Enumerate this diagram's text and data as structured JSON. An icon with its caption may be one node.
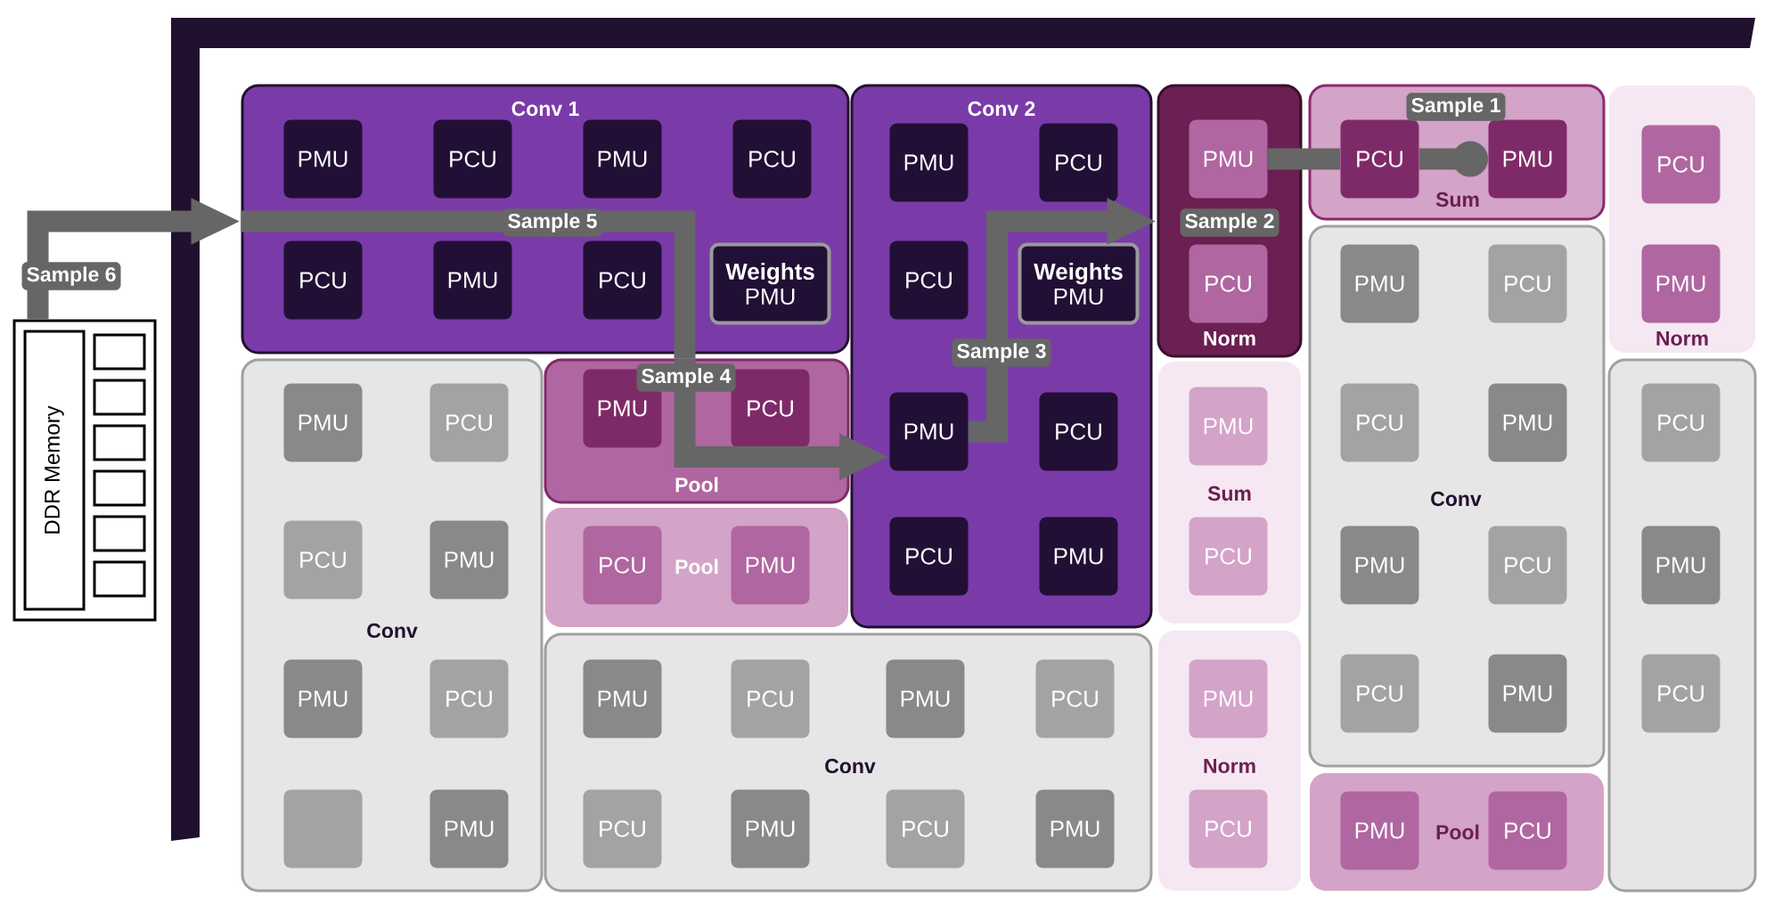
{
  "diagram": {
    "nodes": [
      {
        "text": [
          "DDR Memory"
        ]
      },
      {
        "text": [
          "Conv 1"
        ]
      },
      {
        "text": [
          "PMU"
        ],
        "in": 1
      },
      {
        "text": [
          "PCU"
        ],
        "in": 1
      },
      {
        "text": [
          "PMU"
        ],
        "in": 1
      },
      {
        "text": [
          "PCU"
        ],
        "in": 1
      },
      {
        "text": [
          "PCU"
        ],
        "in": 1
      },
      {
        "text": [
          "PMU"
        ],
        "in": 1
      },
      {
        "text": [
          "PCU"
        ],
        "in": 1
      },
      {
        "text": [
          "**Weights** PMU"
        ],
        "in": 1
      },
      {
        "text": [
          "Conv 2"
        ]
      },
      {
        "text": [
          "PMU"
        ],
        "in": 10
      },
      {
        "text": [
          "PCU"
        ],
        "in": 10
      },
      {
        "text": [
          "PCU"
        ],
        "in": 10
      },
      {
        "text": [
          "**Weights** PMU"
        ],
        "in": 10
      },
      {
        "text": [
          "PMU"
        ],
        "in": 10
      },
      {
        "text": [
          "PCU"
        ],
        "in": 10
      },
      {
        "text": [
          "PCU"
        ],
        "in": 10
      },
      {
        "text": [
          "PMU"
        ],
        "in": 10
      },
      {
        "text": [
          "Norm"
        ]
      },
      {
        "text": [
          "PMU"
        ],
        "in": 19
      },
      {
        "text": [
          "PCU"
        ],
        "in": 19
      },
      {
        "text": [
          "Sum"
        ]
      },
      {
        "text": [
          "PCU"
        ],
        "in": 22
      },
      {
        "text": [
          "PMU"
        ],
        "in": 22
      },
      {
        "text": [
          "Norm"
        ]
      },
      {
        "text": [
          "PCU"
        ],
        "in": 25
      },
      {
        "text": [
          "PMU"
        ],
        "in": 25
      },
      {
        "text": [
          "Conv"
        ]
      },
      {
        "text": [
          "PMU"
        ],
        "in": 28
      },
      {
        "text": [
          "PCU"
        ],
        "in": 28
      },
      {
        "text": [
          "PCU"
        ],
        "in": 28
      },
      {
        "text": [
          "PMU"
        ],
        "in": 28
      },
      {
        "text": [
          "PMU"
        ],
        "in": 28
      },
      {
        "text": [
          "PCU"
        ],
        "in": 28
      },
      {
        "text": [],
        "shape": "box",
        "in": 28
      },
      {
        "text": [
          "PMU"
        ],
        "in": 28
      },
      {
        "text": [
          "Pool"
        ]
      },
      {
        "text": [
          "PMU"
        ],
        "in": 37
      },
      {
        "text": [
          "PCU"
        ],
        "in": 37
      },
      {
        "text": [
          "Pool"
        ]
      },
      {
        "text": [
          "PCU"
        ],
        "in": 40
      },
      {
        "text": [
          "PMU"
        ],
        "in": 40
      },
      {
        "text": [
          "Conv"
        ]
      },
      {
        "text": [
          "PMU"
        ],
        "in": 43
      },
      {
        "text": [
          "PCU"
        ],
        "in": 43
      },
      {
        "text": [
          "PMU"
        ],
        "in": 43
      },
      {
        "text": [
          "PCU"
        ],
        "in": 43
      },
      {
        "text": [
          "PCU"
        ],
        "in": 43
      },
      {
        "text": [
          "PMU"
        ],
        "in": 43
      },
      {
        "text": [
          "PCU"
        ],
        "in": 43
      },
      {
        "text": [
          "PMU"
        ],
        "in": 43
      },
      {
        "text": [
          "Sum"
        ]
      },
      {
        "text": [
          "PMU"
        ],
        "in": 52
      },
      {
        "text": [
          "PCU"
        ],
        "in": 52
      },
      {
        "text": [
          "Norm"
        ]
      },
      {
        "text": [
          "PMU"
        ],
        "in": 55
      },
      {
        "text": [
          "PCU"
        ],
        "in": 55
      },
      {
        "text": [
          "Conv"
        ]
      },
      {
        "text": [
          "PMU"
        ],
        "in": 58
      },
      {
        "text": [
          "PCU"
        ],
        "in": 58
      },
      {
        "text": [
          "PCU"
        ],
        "in": 58
      },
      {
        "text": [
          "PMU"
        ],
        "in": 58
      },
      {
        "text": [
          "PMU"
        ],
        "in": 58
      },
      {
        "text": [
          "PCU"
        ],
        "in": 58
      },
      {
        "text": [
          "PCU"
        ],
        "in": 58
      },
      {
        "text": [
          "PMU"
        ],
        "in": 58
      },
      {
        "text": [
          "Pool"
        ]
      },
      {
        "text": [
          "PMU"
        ],
        "in": 67
      },
      {
        "text": [
          "PCU"
        ],
        "in": 67
      },
      {
        "text": [],
        "shape": "box"
      },
      {
        "text": [
          "PCU"
        ],
        "in": 70
      },
      {
        "text": [
          "PMU"
        ],
        "in": 70
      },
      {
        "text": [
          "PCU"
        ],
        "in": 70
      }
    ],
    "edges": [
      {
        "from": 0,
        "to": 1,
        "arrow": "to",
        "label": "Sample 6"
      },
      {
        "from": 1,
        "to": 37,
        "arrow": "none",
        "label": "Sample 5"
      },
      {
        "from": 37,
        "to": 15,
        "arrow": "to",
        "label": "Sample 4"
      },
      {
        "from": 15,
        "to": 19,
        "arrow": "to",
        "label": "Sample 3"
      },
      {
        "from": 20,
        "to": 23,
        "arrow": "none"
      },
      {
        "from": 23,
        "to": 24,
        "arrow": "other"
      }
    ],
    "labels": [
      "Sample 1",
      "Sample 2"
    ]
  }
}
